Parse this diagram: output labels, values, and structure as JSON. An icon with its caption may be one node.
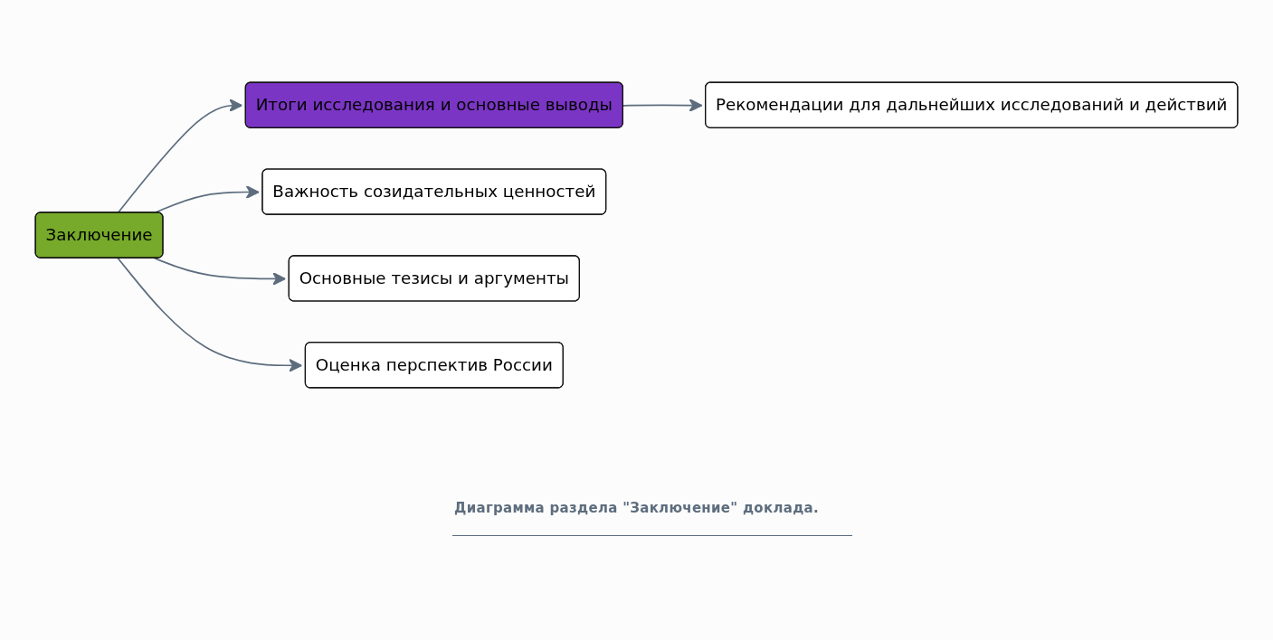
{
  "diagram": {
    "caption": "Диаграмма раздела \"Заключение\" доклада.",
    "nodes": [
      {
        "text": [
          "Заключение"
        ]
      },
      {
        "text": [
          "Итоги исследования и основные выводы"
        ]
      },
      {
        "text": [
          "Рекомендации для дальнейших исследований и действий"
        ]
      },
      {
        "text": [
          "Важность созидательных ценностей"
        ]
      },
      {
        "text": [
          "Основные тезисы и аргументы"
        ]
      },
      {
        "text": [
          "Оценка перспектив России"
        ]
      }
    ],
    "edges": [
      {
        "from": 0,
        "to": 1,
        "arrow": "to"
      },
      {
        "from": 0,
        "to": 3,
        "arrow": "to"
      },
      {
        "from": 0,
        "to": 4,
        "arrow": "to"
      },
      {
        "from": 0,
        "to": 5,
        "arrow": "to"
      },
      {
        "from": 1,
        "to": 2,
        "arrow": "to"
      }
    ]
  }
}
